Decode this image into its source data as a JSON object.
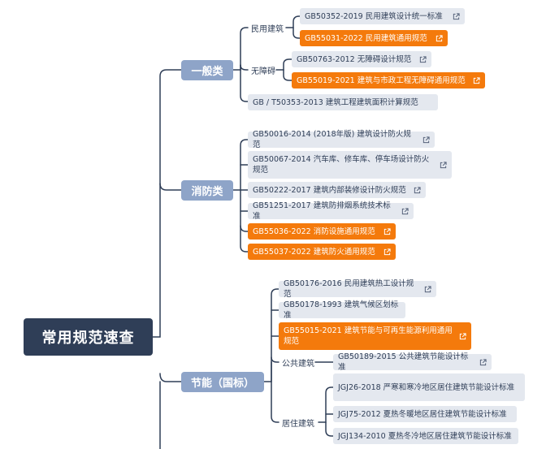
{
  "root": "常用规范速查",
  "categories": {
    "general": "一般类",
    "fire": "消防类",
    "energy": "节能（国标）"
  },
  "subgroups": {
    "civil": "民用建筑",
    "barrier": "无障碍",
    "public": "公共建筑",
    "residential": "居住建筑"
  },
  "items": {
    "g1": "GB50352-2019 民用建筑设计统一标准",
    "g2": "GB55031-2022 民用建筑通用规范",
    "g3": "GB50763-2012 无障碍设计规范",
    "g4": "GB55019-2021 建筑与市政工程无障碍通用规范",
    "g5": "GB / T50353-2013 建筑工程建筑面积计算规范",
    "f1": "GB50016-2014 (2018年版) 建筑设计防火规范",
    "f2": "GB50067-2014 汽车库、修车库、停车场设计防火规范",
    "f3": "GB50222-2017 建筑内部装修设计防火规范",
    "f4": "GB51251-2017 建筑防排烟系统技术标准",
    "f5": "GB55036-2022 消防设施通用规范",
    "f6": "GB55037-2022 建筑防火通用规范",
    "e1": "GB50176-2016 民用建筑热工设计规范",
    "e2": "GB50178-1993 建筑气候区划标准",
    "e3": "GB55015-2021 建筑节能与可再生能源利用通用规范",
    "e4": "GB50189-2015 公共建筑节能设计标准",
    "e5": "JGJ26-2018 严寒和寒冷地区居住建筑节能设计标准",
    "e6": "JGJ75-2012 夏热冬暖地区居住建筑节能设计标准",
    "e7": "JGJ134-2010 夏热冬冷地区居住建筑节能设计标准"
  },
  "colors": {
    "root": "#2f3e57",
    "category": "#8ea4c8",
    "leaf": "#e4e8ef",
    "highlight": "#f47a0c",
    "line": "#2f3e57"
  },
  "icon": "external-link-icon"
}
